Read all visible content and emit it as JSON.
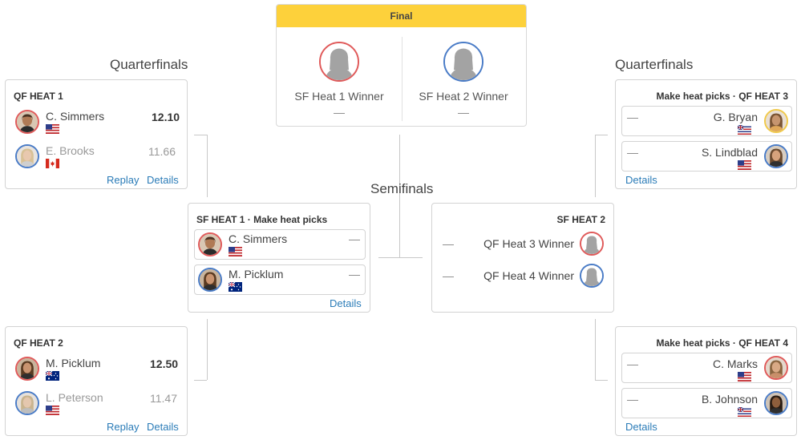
{
  "rounds": {
    "quarterfinals_left": "Quarterfinals",
    "quarterfinals_right": "Quarterfinals",
    "semifinals": "Semifinals"
  },
  "final": {
    "header": "Final",
    "slot1_name": "SF Heat 1 Winner",
    "slot1_score": "—",
    "slot2_name": "SF Heat 2 Winner",
    "slot2_score": "—"
  },
  "qf1": {
    "title": "QF HEAT 1",
    "surfer1": {
      "name": "C. Simmers",
      "score": "12.10",
      "flag": "usa"
    },
    "surfer2": {
      "name": "E. Brooks",
      "score": "11.66",
      "flag": "canada"
    },
    "replay": "Replay",
    "details": "Details"
  },
  "qf2": {
    "title": "QF HEAT 2",
    "surfer1": {
      "name": "M. Picklum",
      "score": "12.50",
      "flag": "australia"
    },
    "surfer2": {
      "name": "L. Peterson",
      "score": "11.47",
      "flag": "usa"
    },
    "replay": "Replay",
    "details": "Details"
  },
  "qf3": {
    "title": "Make heat picks · QF HEAT 3",
    "surfer1": {
      "name": "G. Bryan",
      "score": "—",
      "flag": "hawaii"
    },
    "surfer2": {
      "name": "S. Lindblad",
      "score": "—",
      "flag": "usa"
    },
    "details": "Details"
  },
  "qf4": {
    "title": "Make heat picks · QF HEAT 4",
    "surfer1": {
      "name": "C. Marks",
      "score": "—",
      "flag": "usa"
    },
    "surfer2": {
      "name": "B. Johnson",
      "score": "—",
      "flag": "hawaii"
    },
    "details": "Details"
  },
  "sf1": {
    "title": "SF HEAT 1 · Make heat picks",
    "surfer1": {
      "name": "C. Simmers",
      "score": "—",
      "flag": "usa"
    },
    "surfer2": {
      "name": "M. Picklum",
      "score": "—",
      "flag": "australia"
    },
    "details": "Details"
  },
  "sf2": {
    "title": "SF HEAT 2",
    "slot1": {
      "name": "QF Heat 3 Winner",
      "score": "—"
    },
    "slot2": {
      "name": "QF Heat 4 Winner",
      "score": "—"
    }
  },
  "colors": {
    "final_header": "#fdd13b",
    "link": "#2b7cb8",
    "avatar_red": "#e05a5a",
    "avatar_blue": "#4a7cc7"
  }
}
